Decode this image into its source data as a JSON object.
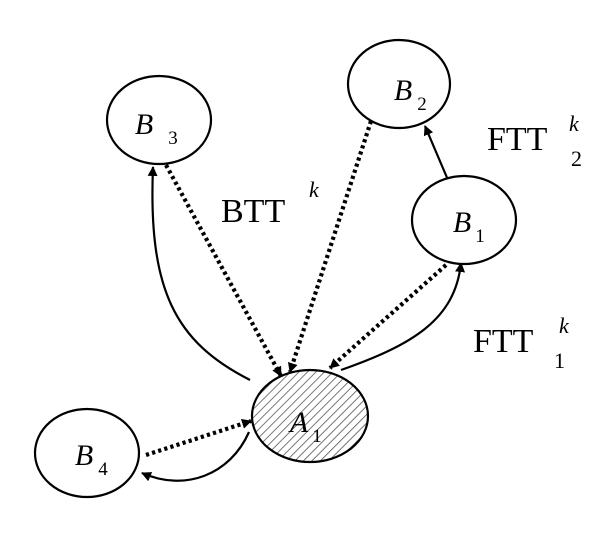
{
  "colors": {
    "line": "#000000",
    "node_fill": "#ffffff",
    "hatch": "#555555"
  },
  "nodes": {
    "A1": {
      "letter": "A",
      "subscript": "1",
      "hatched": true
    },
    "B1": {
      "letter": "B",
      "subscript": "1"
    },
    "B2": {
      "letter": "B",
      "subscript": "2"
    },
    "B3": {
      "letter": "B",
      "subscript": "3"
    },
    "B4": {
      "letter": "B",
      "subscript": "4"
    }
  },
  "labels": {
    "btt": {
      "main": "BTT",
      "superscript": "k"
    },
    "ftt2": {
      "main": "FTT",
      "subscript": "2",
      "superscript": "k"
    },
    "ftt1": {
      "main": "FTT",
      "subscript": "1",
      "superscript": "k"
    }
  },
  "edges": [
    {
      "from": "A1",
      "to": "B3",
      "style": "solid",
      "direction": "A1->B3"
    },
    {
      "from": "B3",
      "to": "A1",
      "style": "dotted",
      "direction": "B3->A1"
    },
    {
      "from": "B2",
      "to": "A1",
      "style": "dotted",
      "direction": "B2->A1"
    },
    {
      "from": "B1",
      "to": "A1",
      "style": "dotted",
      "direction": "B1->A1"
    },
    {
      "from": "A1",
      "to": "B1",
      "style": "solid",
      "direction": "A1->B1"
    },
    {
      "from": "B1",
      "to": "B2",
      "style": "solid",
      "direction": "B1->B2"
    },
    {
      "from": "B4",
      "to": "A1",
      "style": "dotted",
      "direction": "B4->A1"
    },
    {
      "from": "A1",
      "to": "B4",
      "style": "solid",
      "direction": "A1->B4"
    }
  ]
}
